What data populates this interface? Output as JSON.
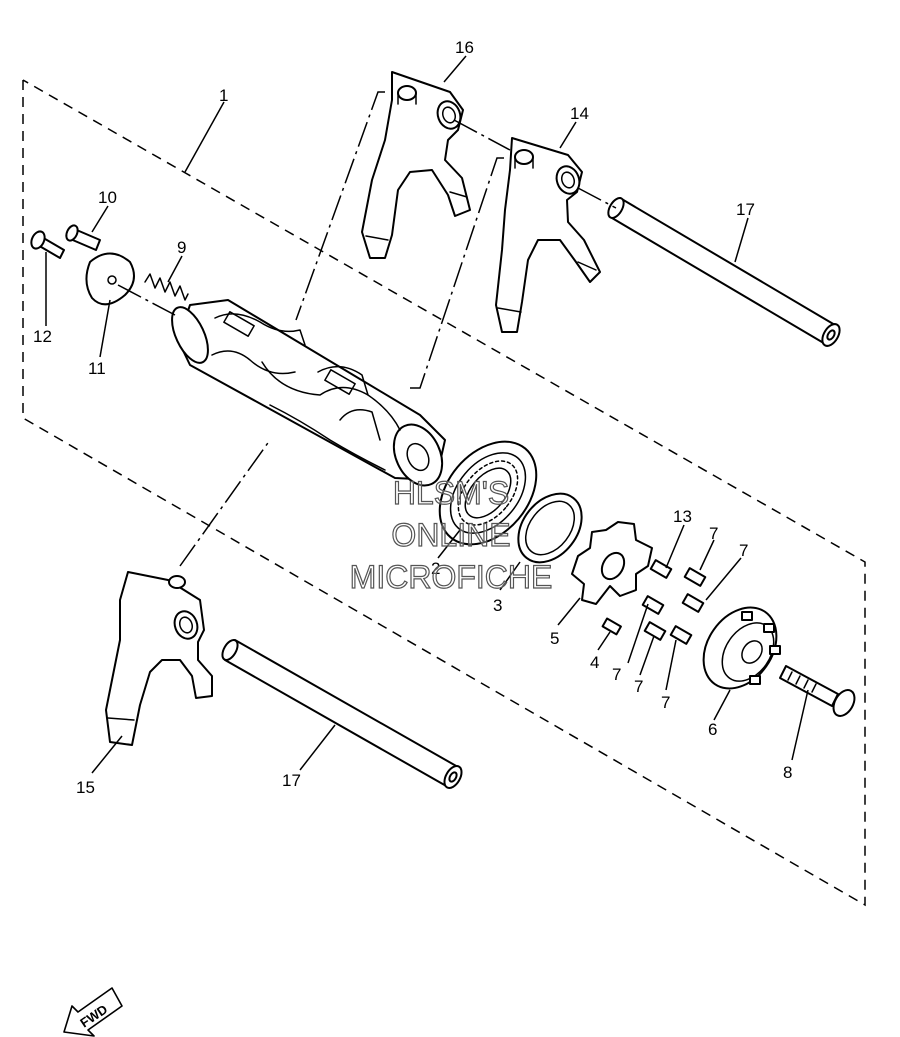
{
  "callouts": [
    {
      "id": "1",
      "label": "1"
    },
    {
      "id": "2",
      "label": "2"
    },
    {
      "id": "3",
      "label": "3"
    },
    {
      "id": "4",
      "label": "4"
    },
    {
      "id": "5",
      "label": "5"
    },
    {
      "id": "6",
      "label": "6"
    },
    {
      "id": "7a",
      "label": "7"
    },
    {
      "id": "7b",
      "label": "7"
    },
    {
      "id": "7c",
      "label": "7"
    },
    {
      "id": "7d",
      "label": "7"
    },
    {
      "id": "7e",
      "label": "7"
    },
    {
      "id": "8",
      "label": "8"
    },
    {
      "id": "9",
      "label": "9"
    },
    {
      "id": "10",
      "label": "10"
    },
    {
      "id": "11",
      "label": "11"
    },
    {
      "id": "12",
      "label": "12"
    },
    {
      "id": "13",
      "label": "13"
    },
    {
      "id": "14",
      "label": "14"
    },
    {
      "id": "15",
      "label": "15"
    },
    {
      "id": "16",
      "label": "16"
    },
    {
      "id": "17a",
      "label": "17"
    },
    {
      "id": "17b",
      "label": "17"
    }
  ],
  "watermark": {
    "line1": "HLSM'S",
    "line2": "ONLINE",
    "line3": "MICROFICHE"
  },
  "fwd_label": "FWD"
}
